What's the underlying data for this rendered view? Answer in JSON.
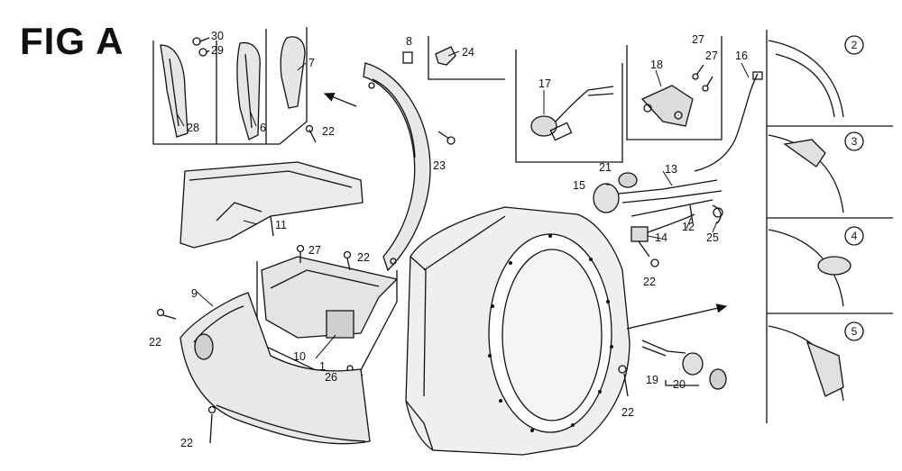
{
  "figure": {
    "title": "FIG A",
    "callouts": {
      "c30": "30",
      "c29": "29",
      "c28": "28",
      "c6": "6",
      "c7": "7",
      "c8": "8",
      "c24": "24",
      "c22a": "22",
      "c23": "23",
      "c11": "11",
      "c27a": "27",
      "c22b": "22",
      "c9": "9",
      "c22c": "22",
      "c10": "10",
      "c1": "1",
      "c26": "26",
      "c22d": "22",
      "c17": "17",
      "c18": "18",
      "c27b": "27",
      "c27c": "27",
      "c16": "16",
      "c21": "21",
      "c13": "13",
      "c15": "15",
      "c12": "12",
      "c14": "14",
      "c25": "25",
      "c22e": "22",
      "c19": "19",
      "c20": "20",
      "c22f": "22"
    },
    "variants": [
      "2",
      "3",
      "4",
      "5"
    ]
  },
  "colors": {
    "line": "#111111",
    "paper": "#ffffff",
    "shade": "#d8d8d8"
  }
}
